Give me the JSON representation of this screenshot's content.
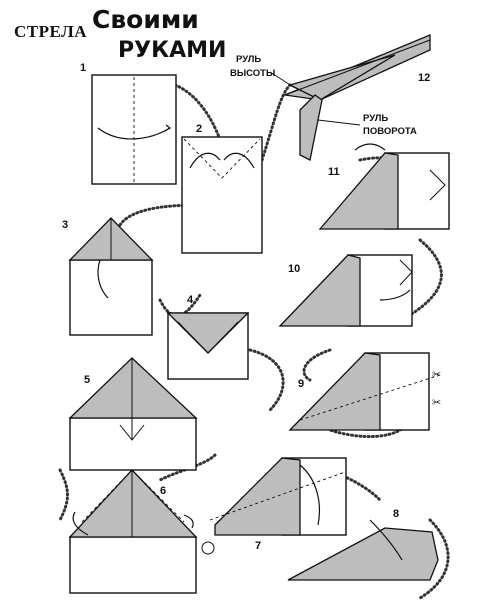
{
  "header": {
    "title": "СТРЕЛА",
    "logo_line1": "Своими",
    "logo_line2": "РУКАМИ"
  },
  "labels": {
    "elevator": [
      "РУЛЬ",
      "ВЫСОТЫ"
    ],
    "rudder": [
      "РУЛЬ",
      "ПОВОРОТА"
    ]
  },
  "steps": [
    "1",
    "2",
    "3",
    "4",
    "5",
    "6",
    "7",
    "8",
    "9",
    "10",
    "11",
    "12"
  ]
}
